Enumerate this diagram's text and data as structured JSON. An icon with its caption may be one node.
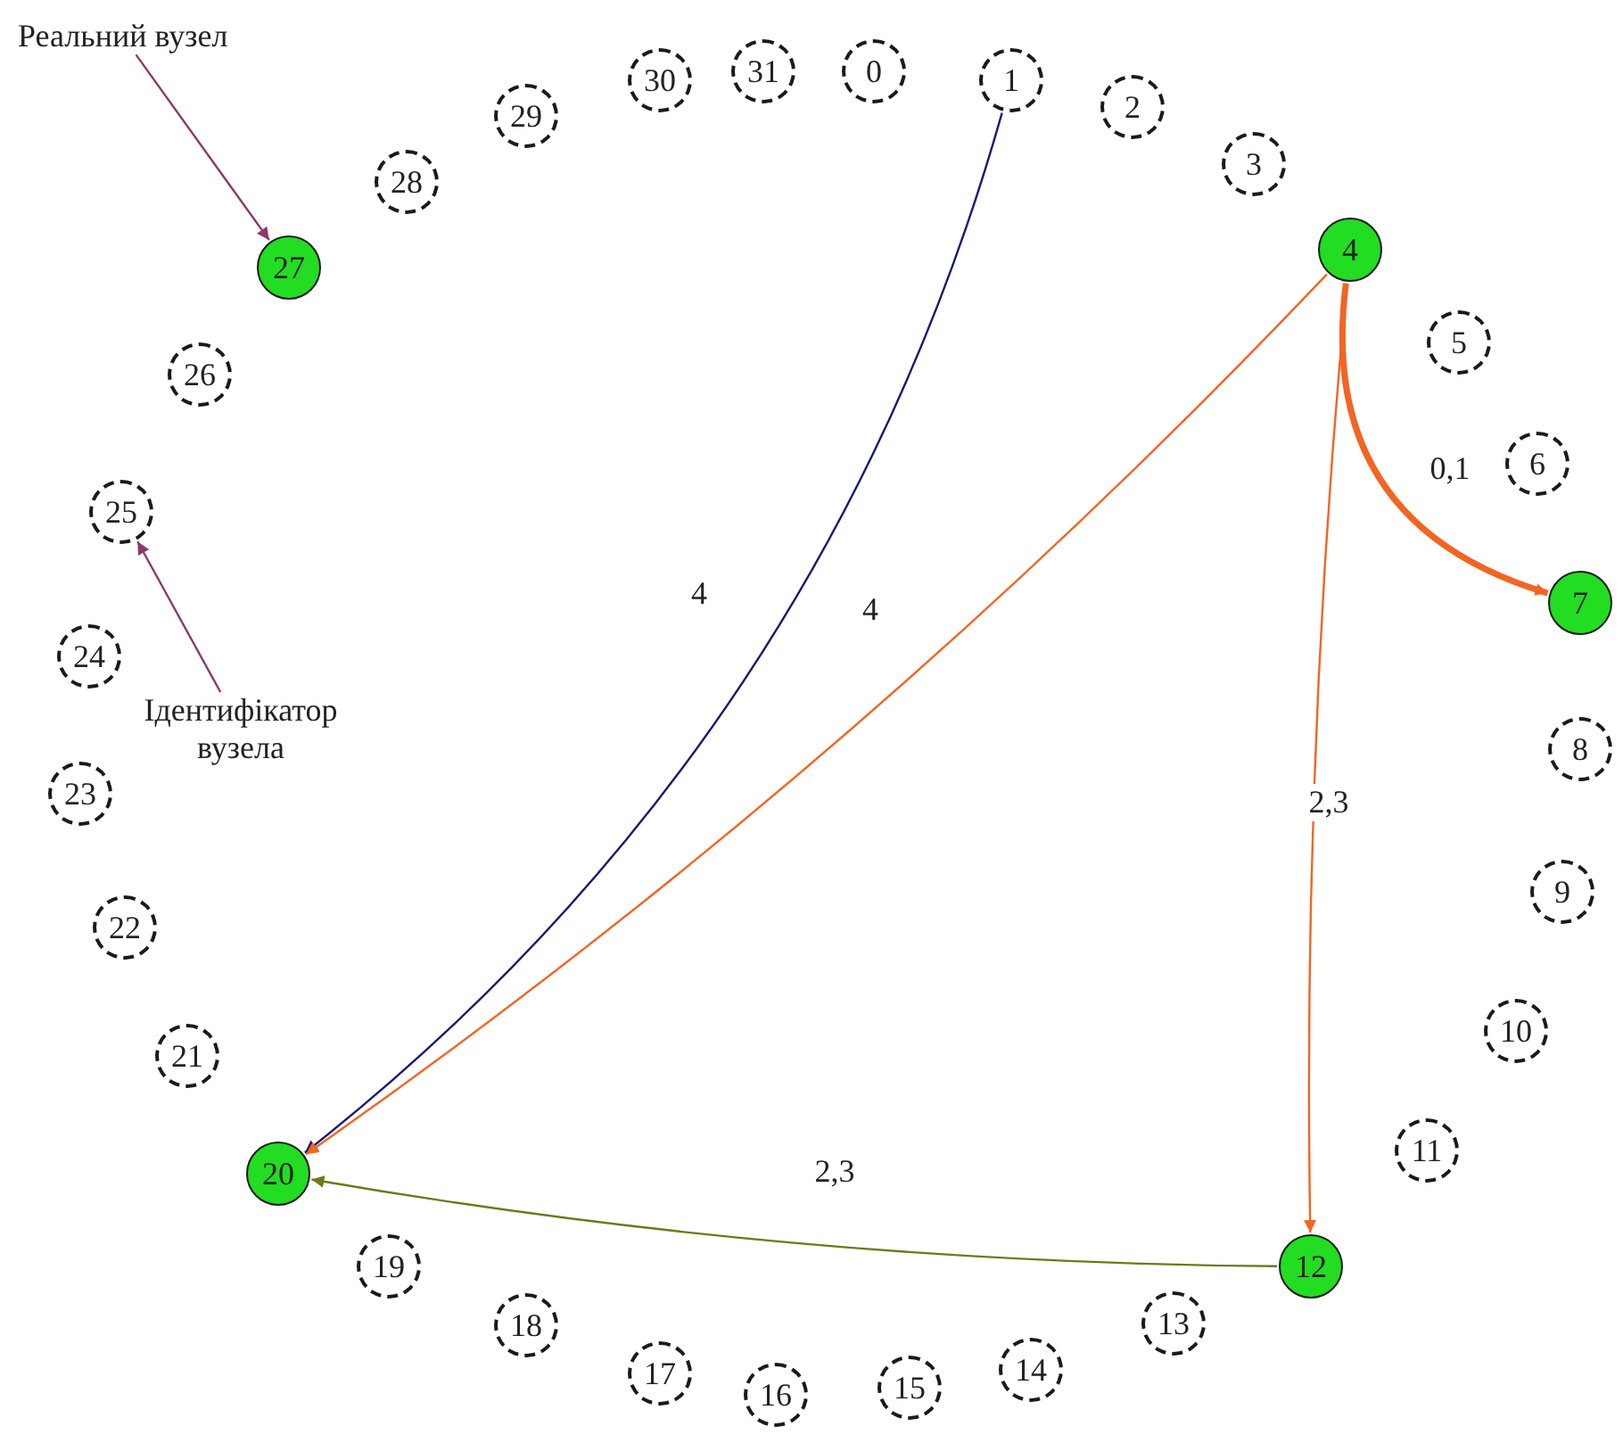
{
  "diagram": {
    "nodes": [
      {
        "text": [
          "0"
        ]
      },
      {
        "text": [
          "1"
        ]
      },
      {
        "text": [
          "2"
        ]
      },
      {
        "text": [
          "3"
        ]
      },
      {
        "text": [
          "4"
        ]
      },
      {
        "text": [
          "5"
        ]
      },
      {
        "text": [
          "6"
        ]
      },
      {
        "text": [
          "7"
        ]
      },
      {
        "text": [
          "8"
        ]
      },
      {
        "text": [
          "9"
        ]
      },
      {
        "text": [
          "10"
        ]
      },
      {
        "text": [
          "11"
        ]
      },
      {
        "text": [
          "12"
        ]
      },
      {
        "text": [
          "13"
        ]
      },
      {
        "text": [
          "14"
        ]
      },
      {
        "text": [
          "15"
        ]
      },
      {
        "text": [
          "16"
        ]
      },
      {
        "text": [
          "17"
        ]
      },
      {
        "text": [
          "18"
        ]
      },
      {
        "text": [
          "19"
        ]
      },
      {
        "text": [
          "20"
        ]
      },
      {
        "text": [
          "21"
        ]
      },
      {
        "text": [
          "22"
        ]
      },
      {
        "text": [
          "23"
        ]
      },
      {
        "text": [
          "24"
        ]
      },
      {
        "text": [
          "25"
        ]
      },
      {
        "text": [
          "26"
        ]
      },
      {
        "text": [
          "27"
        ]
      },
      {
        "text": [
          "28"
        ]
      },
      {
        "text": [
          "29"
        ]
      },
      {
        "text": [
          "30"
        ]
      },
      {
        "text": [
          "31"
        ]
      },
      {
        "text": [
          "Реальний вузел"
        ]
      },
      {
        "text": [
          "Ідентифікатор вузела"
        ]
      }
    ],
    "edges": [
      {
        "from": 1,
        "to": 20,
        "arrow": "to",
        "label": "4",
        "color": "#1a1a6e"
      },
      {
        "from": 4,
        "to": 20,
        "arrow": "to",
        "label": "4",
        "color": "#f26522"
      },
      {
        "from": 4,
        "to": 7,
        "arrow": "to",
        "label": "0,1",
        "color": "#f26522",
        "style": "thick"
      },
      {
        "from": 4,
        "to": 12,
        "arrow": "to",
        "label": "2,3",
        "color": "#f26522"
      },
      {
        "from": 12,
        "to": 20,
        "arrow": "to",
        "label": "2,3",
        "color": "#6b7a1a"
      },
      {
        "from": 32,
        "to": 27,
        "arrow": "to",
        "color": "#8b3a6b"
      },
      {
        "from": 33,
        "to": 25,
        "arrow": "to",
        "color": "#8b3a6b"
      }
    ]
  }
}
